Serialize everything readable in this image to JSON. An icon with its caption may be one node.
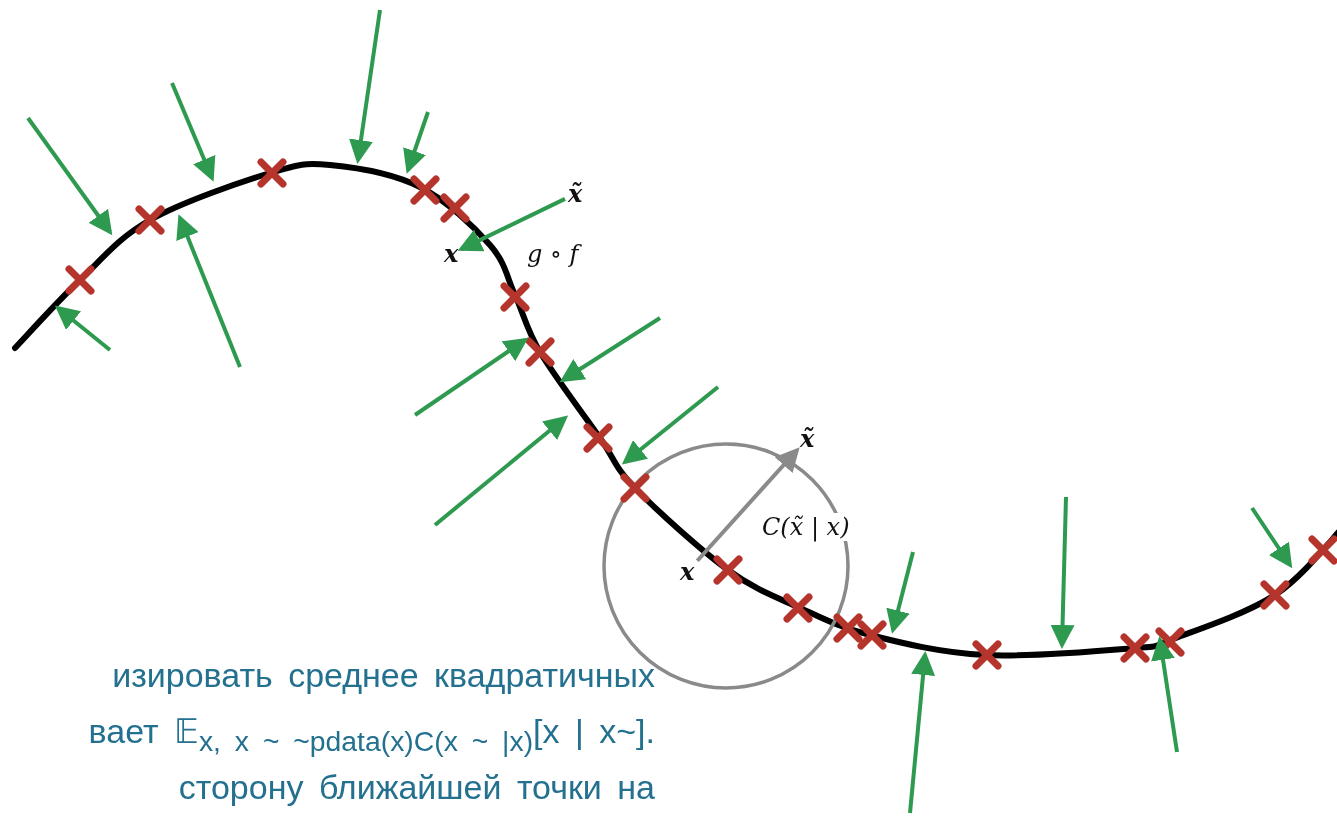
{
  "diagram": {
    "nodes": [
      {
        "text": [
          "x̃"
        ]
      },
      {
        "text": [
          "x"
        ]
      },
      {
        "text": [
          "x̃"
        ]
      },
      {
        "text": [
          "x"
        ]
      }
    ],
    "edges": [
      {
        "from": 0,
        "to": 1,
        "arrow": "to",
        "label": "g ∘ f",
        "color": "#2e9a50"
      },
      {
        "from": 3,
        "to": 2,
        "arrow": "to",
        "label": "C(x̃ | x)",
        "color": "#8a8a8a"
      }
    ],
    "labels": [
      "изировать среднее квадратичных",
      "вает 𝔼$_{x, x ~ ~pdata(x)C(x ~ |x)}$[x | x~].",
      "сторону ближайшей точки на"
    ]
  }
}
